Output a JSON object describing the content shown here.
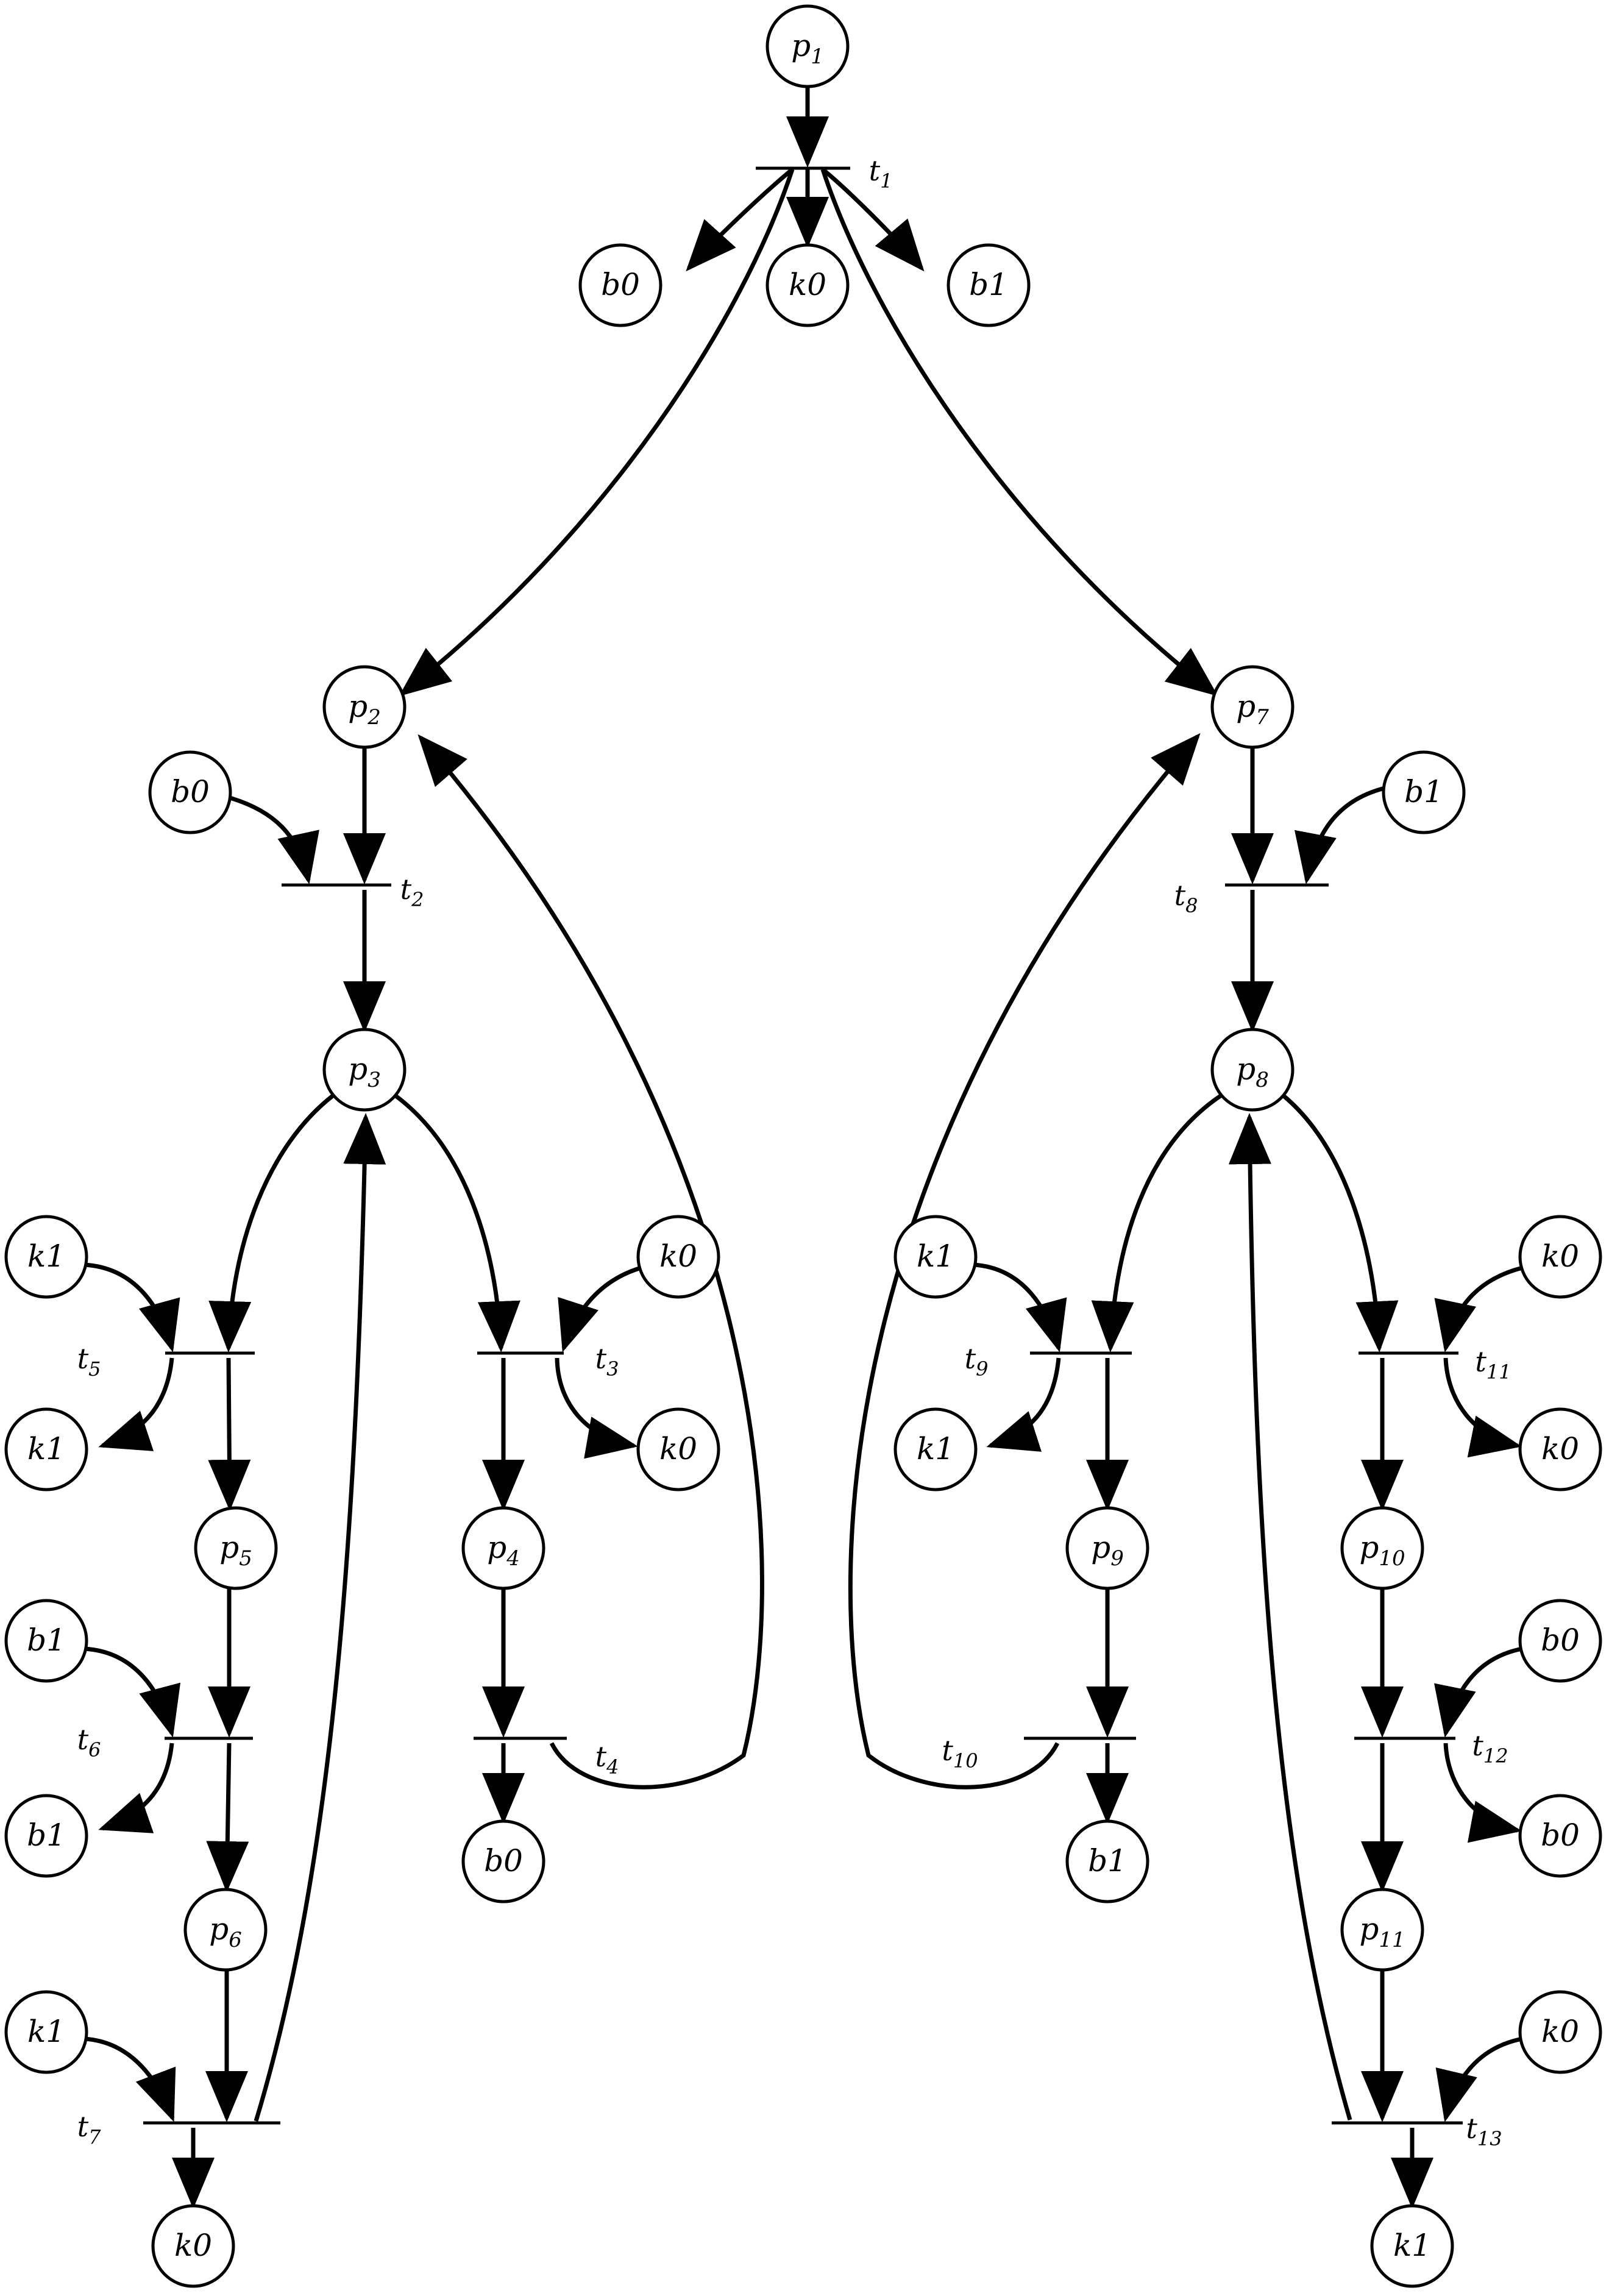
{
  "places": [
    {
      "key": "p1",
      "base": "p",
      "sub": "1"
    },
    {
      "key": "b0a",
      "base": "b0",
      "sub": ""
    },
    {
      "key": "k0a",
      "base": "k0",
      "sub": ""
    },
    {
      "key": "b1a",
      "base": "b1",
      "sub": ""
    },
    {
      "key": "p2",
      "base": "p",
      "sub": "2"
    },
    {
      "key": "p7",
      "base": "p",
      "sub": "7"
    },
    {
      "key": "b0b",
      "base": "b0",
      "sub": ""
    },
    {
      "key": "b1b",
      "base": "b1",
      "sub": ""
    },
    {
      "key": "p3",
      "base": "p",
      "sub": "3"
    },
    {
      "key": "p8",
      "base": "p",
      "sub": "8"
    },
    {
      "key": "k1a",
      "base": "k1",
      "sub": ""
    },
    {
      "key": "k0b",
      "base": "k0",
      "sub": ""
    },
    {
      "key": "k1b",
      "base": "k1",
      "sub": ""
    },
    {
      "key": "k0c",
      "base": "k0",
      "sub": ""
    },
    {
      "key": "k1c",
      "base": "k1",
      "sub": ""
    },
    {
      "key": "k0d",
      "base": "k0",
      "sub": ""
    },
    {
      "key": "k1d",
      "base": "k1",
      "sub": ""
    },
    {
      "key": "k0e",
      "base": "k0",
      "sub": ""
    },
    {
      "key": "p5",
      "base": "p",
      "sub": "5"
    },
    {
      "key": "p4",
      "base": "p",
      "sub": "4"
    },
    {
      "key": "p9",
      "base": "p",
      "sub": "9"
    },
    {
      "key": "p10",
      "base": "p",
      "sub": "10"
    },
    {
      "key": "b1c",
      "base": "b1",
      "sub": ""
    },
    {
      "key": "b0c",
      "base": "b0",
      "sub": ""
    },
    {
      "key": "b1d",
      "base": "b1",
      "sub": ""
    },
    {
      "key": "b0d",
      "base": "b0",
      "sub": ""
    },
    {
      "key": "b1e",
      "base": "b1",
      "sub": ""
    },
    {
      "key": "b0e",
      "base": "b0",
      "sub": ""
    },
    {
      "key": "p6",
      "base": "p",
      "sub": "6"
    },
    {
      "key": "p11",
      "base": "p",
      "sub": "11"
    },
    {
      "key": "k1e",
      "base": "k1",
      "sub": ""
    },
    {
      "key": "k0f",
      "base": "k0",
      "sub": ""
    },
    {
      "key": "k0g",
      "base": "k0",
      "sub": ""
    },
    {
      "key": "k1f",
      "base": "k1",
      "sub": ""
    }
  ],
  "transitions": [
    {
      "key": "t1",
      "base": "t",
      "sub": "1"
    },
    {
      "key": "t2",
      "base": "t",
      "sub": "2"
    },
    {
      "key": "t8",
      "base": "t",
      "sub": "8"
    },
    {
      "key": "t5",
      "base": "t",
      "sub": "5"
    },
    {
      "key": "t3",
      "base": "t",
      "sub": "3"
    },
    {
      "key": "t9",
      "base": "t",
      "sub": "9"
    },
    {
      "key": "t11",
      "base": "t",
      "sub": "11"
    },
    {
      "key": "t6",
      "base": "t",
      "sub": "6"
    },
    {
      "key": "t4",
      "base": "t",
      "sub": "4"
    },
    {
      "key": "t10",
      "base": "t",
      "sub": "10"
    },
    {
      "key": "t12",
      "base": "t",
      "sub": "12"
    },
    {
      "key": "t7",
      "base": "t",
      "sub": "7"
    },
    {
      "key": "t13",
      "base": "t",
      "sub": "13"
    }
  ],
  "arcs": [
    {
      "from": "p1",
      "to": "t1"
    },
    {
      "from": "t1",
      "to": "b0a"
    },
    {
      "from": "t1",
      "to": "k0a"
    },
    {
      "from": "t1",
      "to": "b1a"
    },
    {
      "from": "t1",
      "to": "p2"
    },
    {
      "from": "t1",
      "to": "p7"
    },
    {
      "from": "p2",
      "to": "t2"
    },
    {
      "from": "b0b",
      "to": "t2"
    },
    {
      "from": "t2",
      "to": "p3"
    },
    {
      "from": "p7",
      "to": "t8"
    },
    {
      "from": "b1b",
      "to": "t8"
    },
    {
      "from": "t8",
      "to": "p8"
    },
    {
      "from": "p3",
      "to": "t5"
    },
    {
      "from": "p3",
      "to": "t3"
    },
    {
      "from": "k1a",
      "to": "t5"
    },
    {
      "from": "t5",
      "to": "k1b"
    },
    {
      "from": "t5",
      "to": "p5"
    },
    {
      "from": "k0b",
      "to": "t3"
    },
    {
      "from": "t3",
      "to": "k0c"
    },
    {
      "from": "t3",
      "to": "p4"
    },
    {
      "from": "p4",
      "to": "t4"
    },
    {
      "from": "t4",
      "to": "b0e"
    },
    {
      "from": "t4",
      "to": "p2"
    },
    {
      "from": "p5",
      "to": "t6"
    },
    {
      "from": "b1c",
      "to": "t6"
    },
    {
      "from": "t6",
      "to": "b1d"
    },
    {
      "from": "t6",
      "to": "p6"
    },
    {
      "from": "p6",
      "to": "t7"
    },
    {
      "from": "k1e",
      "to": "t7"
    },
    {
      "from": "t7",
      "to": "k0g"
    },
    {
      "from": "t7",
      "to": "p3"
    },
    {
      "from": "p8",
      "to": "t9"
    },
    {
      "from": "p8",
      "to": "t11"
    },
    {
      "from": "k1c",
      "to": "t9"
    },
    {
      "from": "t9",
      "to": "k1d"
    },
    {
      "from": "t9",
      "to": "p9"
    },
    {
      "from": "k0d",
      "to": "t11"
    },
    {
      "from": "t11",
      "to": "k0e"
    },
    {
      "from": "t11",
      "to": "p10"
    },
    {
      "from": "p9",
      "to": "t10"
    },
    {
      "from": "t10",
      "to": "b1e"
    },
    {
      "from": "t10",
      "to": "p7"
    },
    {
      "from": "p10",
      "to": "t12"
    },
    {
      "from": "b0c",
      "to": "t12"
    },
    {
      "from": "t12",
      "to": "b0d"
    },
    {
      "from": "t12",
      "to": "p11"
    },
    {
      "from": "p11",
      "to": "t13"
    },
    {
      "from": "k0f",
      "to": "t13"
    },
    {
      "from": "t13",
      "to": "k1f"
    },
    {
      "from": "t13",
      "to": "p8"
    }
  ]
}
